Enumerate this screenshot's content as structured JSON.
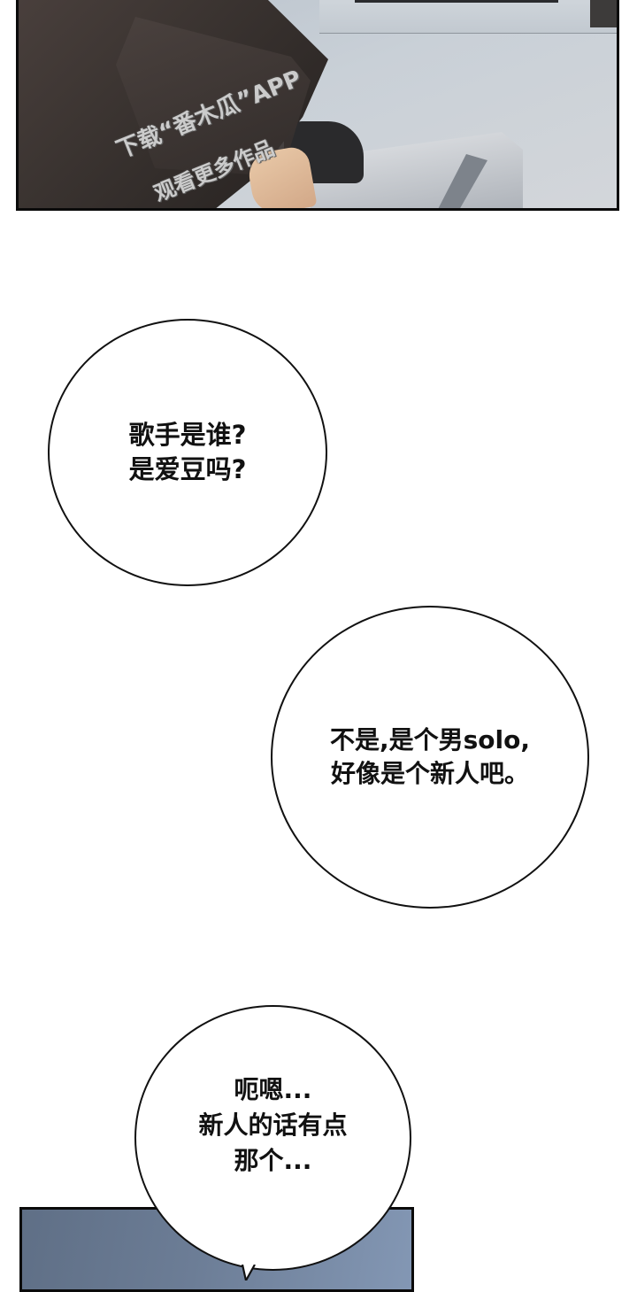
{
  "top_panel": {
    "watermark_line1": "下载“番木瓜”APP",
    "watermark_line2": "观看更多作品",
    "colors": {
      "figure": "#3b3431",
      "floor": "#c9d0d7",
      "border": "#0b0b0b"
    }
  },
  "bubbles": [
    {
      "lines": [
        "歌手是谁?",
        "是爱豆吗?"
      ]
    },
    {
      "lines": [
        "不是,是个男solo,",
        "好像是个新人吧。"
      ]
    },
    {
      "lines": [
        "呃嗯...",
        "新人的话有点",
        "那个..."
      ]
    }
  ],
  "bottom_panel": {
    "colors": {
      "start": "#5f6f86",
      "end": "#8397b4",
      "border": "#0b0b0b"
    }
  }
}
